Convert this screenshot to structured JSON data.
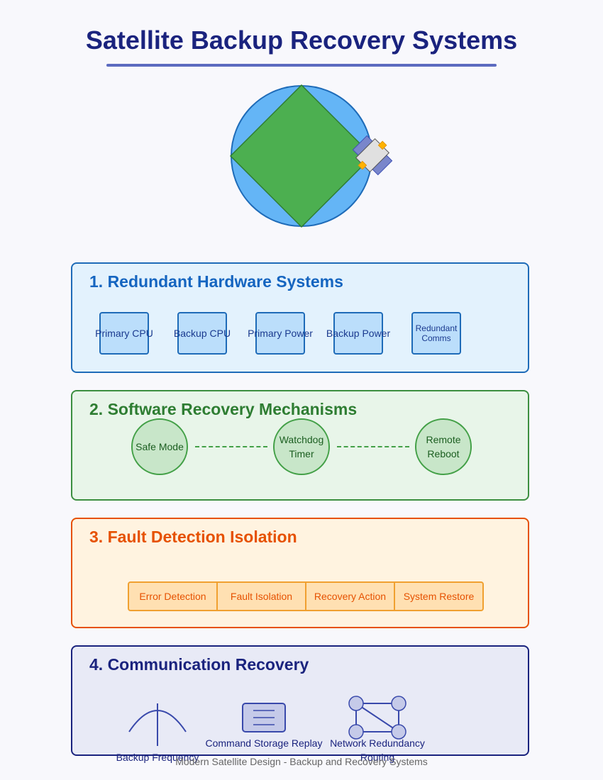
{
  "title": "Satellite Backup Recovery Systems",
  "sections": {
    "hardware": {
      "heading": "1. Redundant Hardware Systems",
      "components": [
        "Primary CPU",
        "Backup CPU",
        "Primary Power",
        "Backup Power",
        "Redundant Comms"
      ]
    },
    "software": {
      "heading": "2. Software Recovery Mechanisms",
      "mechanisms": [
        "Safe Mode",
        "Watchdog Timer",
        "Remote Reboot"
      ]
    },
    "fault": {
      "heading": "3. Fault Detection Isolation",
      "steps": [
        "Error Detection",
        "Fault Isolation",
        "Recovery Action",
        "System Restore"
      ]
    },
    "communication": {
      "heading": "4. Communication Recovery",
      "methods": [
        "Backup Frequency",
        "Command Storage Replay",
        "Network Redundancy Routing"
      ]
    }
  },
  "footer": "Modern Satellite Design - Backup and Recovery Systems",
  "colors": {
    "title": "#1a237e",
    "hardware": "#1565c0",
    "software": "#2e7d32",
    "fault": "#e65100",
    "communication": "#1a237e"
  }
}
